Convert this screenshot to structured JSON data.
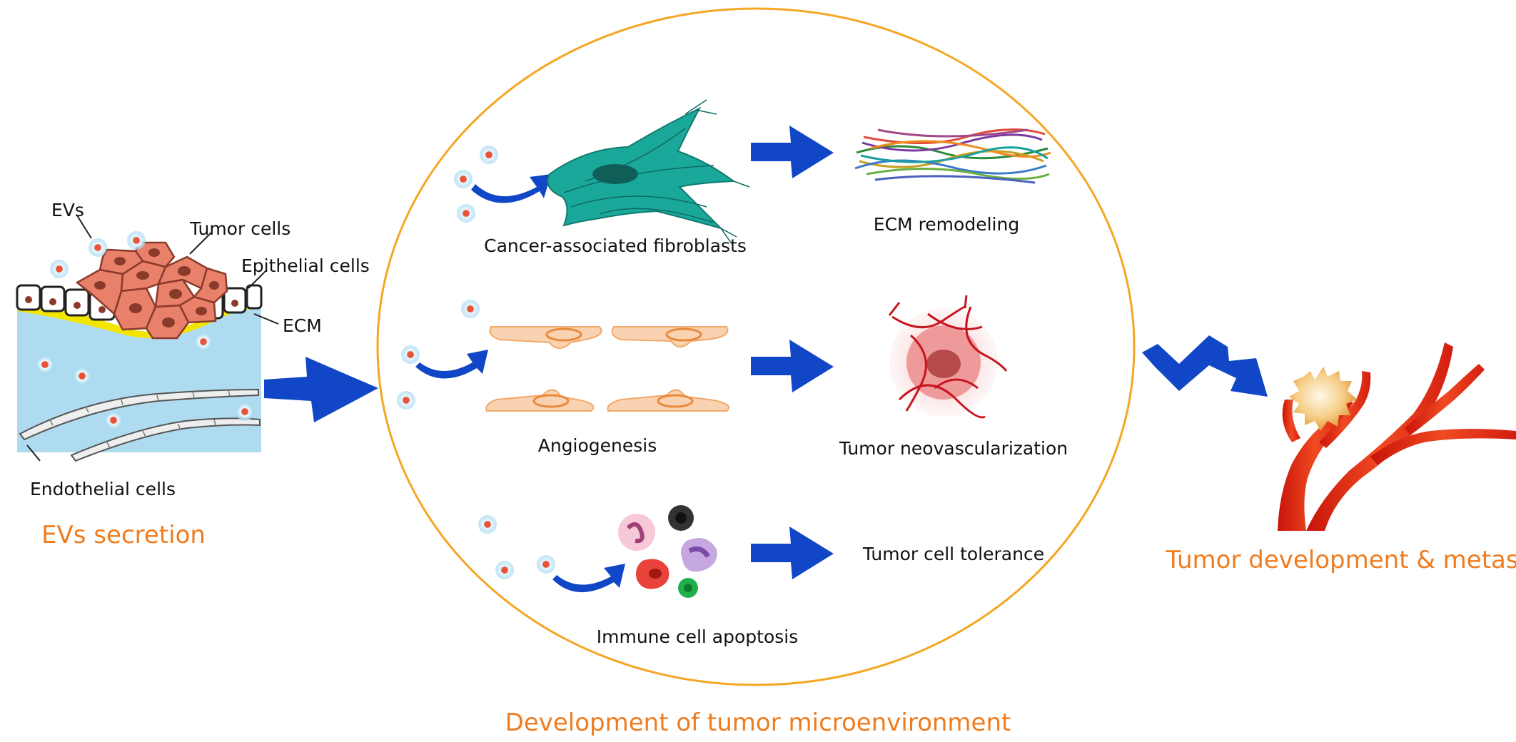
{
  "left_panel": {
    "labels": {
      "evs": "EVs",
      "tumor_cells": "Tumor cells",
      "epithelial_cells": "Epithelial cells",
      "ecm": "ECM",
      "endothelial_cells": "Endothelial cells"
    },
    "title": "EVs secretion"
  },
  "center_panel": {
    "rows": [
      {
        "cause": "Cancer-associated fibroblasts",
        "effect": "ECM remodeling"
      },
      {
        "cause": "Angiogenesis",
        "effect": "Tumor neovascularization"
      },
      {
        "cause": "Immune cell apoptosis",
        "effect": "Tumor cell tolerance"
      }
    ],
    "title": "Development of tumor microenvironment"
  },
  "right_panel": {
    "title": "Tumor development & metastasis"
  },
  "colors": {
    "title_orange": "#f07c1e",
    "circle_orange": "#f5a623",
    "arrow_blue": "#1147c7",
    "fibroblast_teal": "#1aa89a",
    "endothelial_orange": "#f6b98a",
    "vessel_red": "#e8281a",
    "tumor_cell": "#e8806a",
    "ecm_yellow": "#f2e600",
    "medium_blue": "#aedbf0"
  },
  "icons": [
    "ev-vesicle-icon",
    "tumor-cell-icon",
    "epithelial-cell-icon",
    "endothelial-cell-icon",
    "fibroblast-icon",
    "ecm-fiber-icon",
    "tumor-vessel-icon",
    "immune-cell-icon",
    "metastatic-tumor-icon"
  ]
}
